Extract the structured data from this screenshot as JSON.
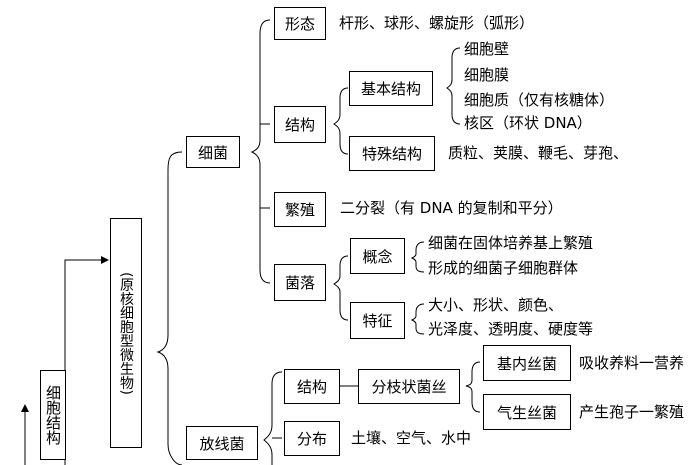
{
  "nodes": {
    "morphology": "形态",
    "structure": "结构",
    "basic_structure": "基本结构",
    "special_structure": "特殊结构",
    "reproduction": "繁殖",
    "colony": "菌落",
    "concept": "概念",
    "feature": "特征",
    "bacteria": "细菌",
    "actinomycetes": "放线菌",
    "act_structure": "结构",
    "branched_hyphae": "分枝状菌丝",
    "substrate_hyphae": "基内丝菌",
    "aerial_hyphae": "气生丝菌",
    "distribution": "分布",
    "prokaryote": "(原核细胞型微生物)",
    "cell_structure": "细胞结构"
  },
  "texts": {
    "morphology_detail": "杆形、球形、螺旋形（弧形）",
    "cell_wall": "细胞壁",
    "cell_membrane": "细胞膜",
    "cytoplasm": "细胞质（仅有核糖体）",
    "nucleoid": "核区（环状 DNA）",
    "special_detail": "质粒、荚膜、鞭毛、芽孢、",
    "reproduction_detail": "二分裂（有 DNA 的复制和平分）",
    "concept_line1": "细菌在固体培养基上繁殖",
    "concept_line2": "形成的细菌子细胞群体",
    "feature_line1": "大小、形状、颜色、",
    "feature_line2": "光泽度、透明度、硬度等",
    "substrate_detail": "吸收养料一营养",
    "aerial_detail": "产生孢子一繁殖",
    "distribution_detail": "土壤、空气、水中"
  }
}
